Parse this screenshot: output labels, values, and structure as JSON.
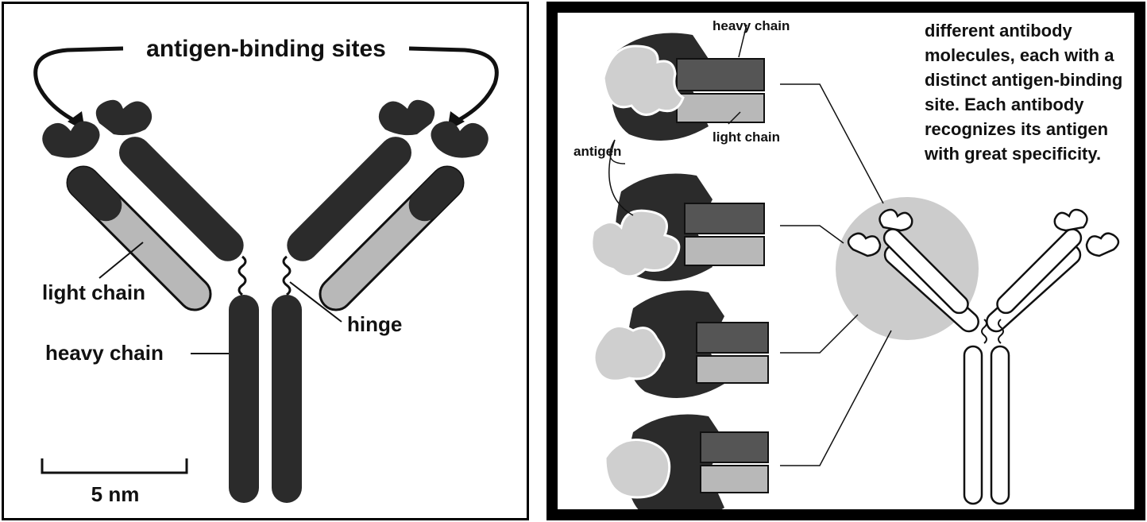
{
  "left_panel": {
    "antigen_binding_sites": "antigen-binding sites",
    "light_chain": "light chain",
    "heavy_chain": "heavy chain",
    "hinge": "hinge",
    "scale_bar": "5 nm"
  },
  "right_panel": {
    "heavy_chain": "heavy chain",
    "light_chain": "light chain",
    "antigen": "antigen",
    "description": [
      "different antibody",
      "molecules, each with a",
      "distinct antigen-binding",
      "site. Each antibody",
      "recognizes its antigen",
      "with great specificity."
    ]
  },
  "colors": {
    "heavy": "#2b2b2b",
    "light": "#b8b8b8",
    "antigen": "#cfcfcf",
    "highlight": "#cccccc"
  }
}
